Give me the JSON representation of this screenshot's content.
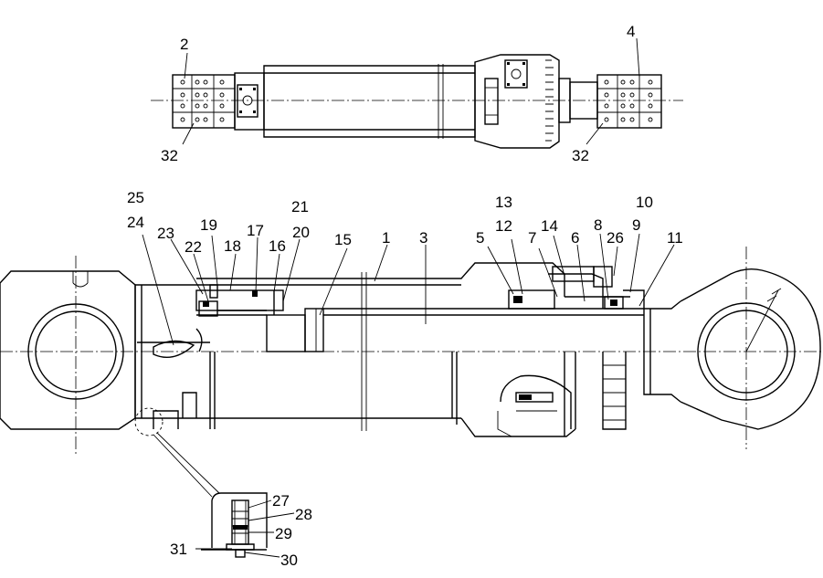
{
  "labels": {
    "p1": "1",
    "p2": "2",
    "p3": "3",
    "p4": "4",
    "p5": "5",
    "p6": "6",
    "p7": "7",
    "p8": "8",
    "p9": "9",
    "p10": "10",
    "p11": "11",
    "p12": "12",
    "p13": "13",
    "p14": "14",
    "p15": "15",
    "p16": "16",
    "p17": "17",
    "p18": "18",
    "p19": "19",
    "p20": "20",
    "p21": "21",
    "p22": "22",
    "p23": "23",
    "p24": "24",
    "p25": "25",
    "p26": "26",
    "p27": "27",
    "p28": "28",
    "p29": "29",
    "p30": "30",
    "p31": "31",
    "p32a": "32",
    "p32b": "32"
  }
}
